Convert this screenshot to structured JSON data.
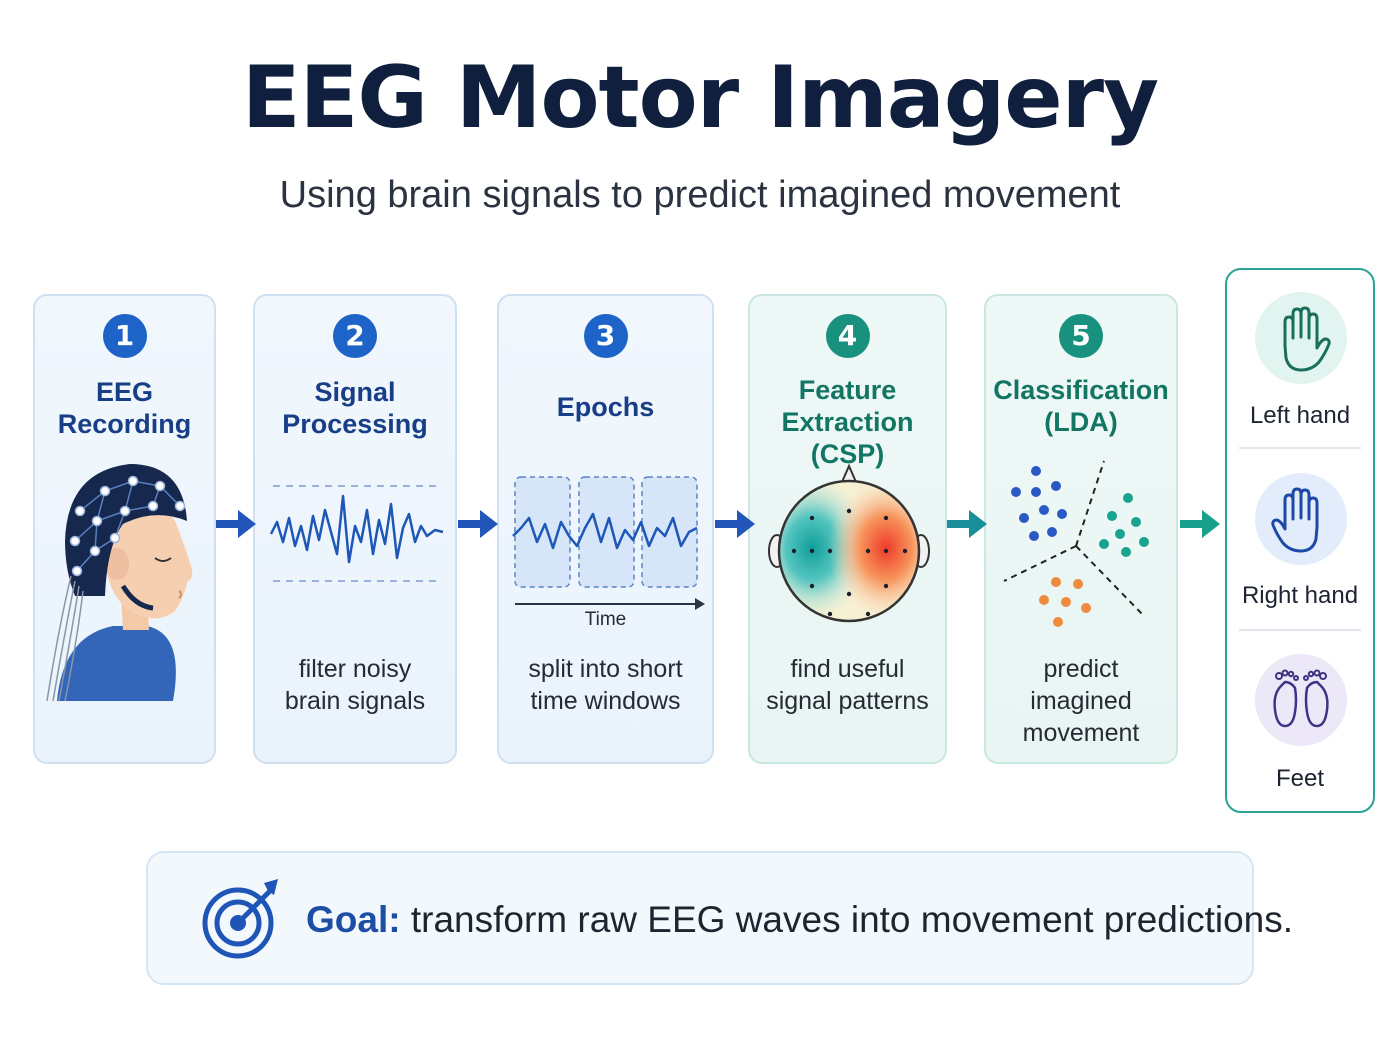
{
  "title": "EEG Motor Imagery",
  "subtitle": "Using brain signals to predict imagined movement",
  "steps": [
    {
      "number": "1",
      "title_lines": [
        "EEG",
        "Recording"
      ],
      "desc_lines": []
    },
    {
      "number": "2",
      "title_lines": [
        "Signal",
        "Processing"
      ],
      "desc_lines": [
        "filter noisy",
        "brain signals"
      ]
    },
    {
      "number": "3",
      "title_lines": [
        "Epochs"
      ],
      "desc_lines": [
        "split into short",
        "time windows"
      ],
      "axis_label": "Time"
    },
    {
      "number": "4",
      "title_lines": [
        "Feature",
        "Extraction (CSP)"
      ],
      "desc_lines": [
        "find useful",
        "signal patterns"
      ]
    },
    {
      "number": "5",
      "title_lines": [
        "Classification",
        "(LDA)"
      ],
      "desc_lines": [
        "predict",
        "imagined",
        "movement"
      ]
    }
  ],
  "outcomes": [
    {
      "label": "Left hand",
      "icon": "left-hand-icon"
    },
    {
      "label": "Right hand",
      "icon": "right-hand-icon"
    },
    {
      "label": "Feet",
      "icon": "feet-icon"
    }
  ],
  "goal": {
    "label": "Goal:",
    "text": " transform raw EEG waves into movement predictions.",
    "icon": "target-icon"
  },
  "colors": {
    "blue_accent": "#1e63c7",
    "teal_accent": "#18927e",
    "title": "#0f1f3d"
  }
}
